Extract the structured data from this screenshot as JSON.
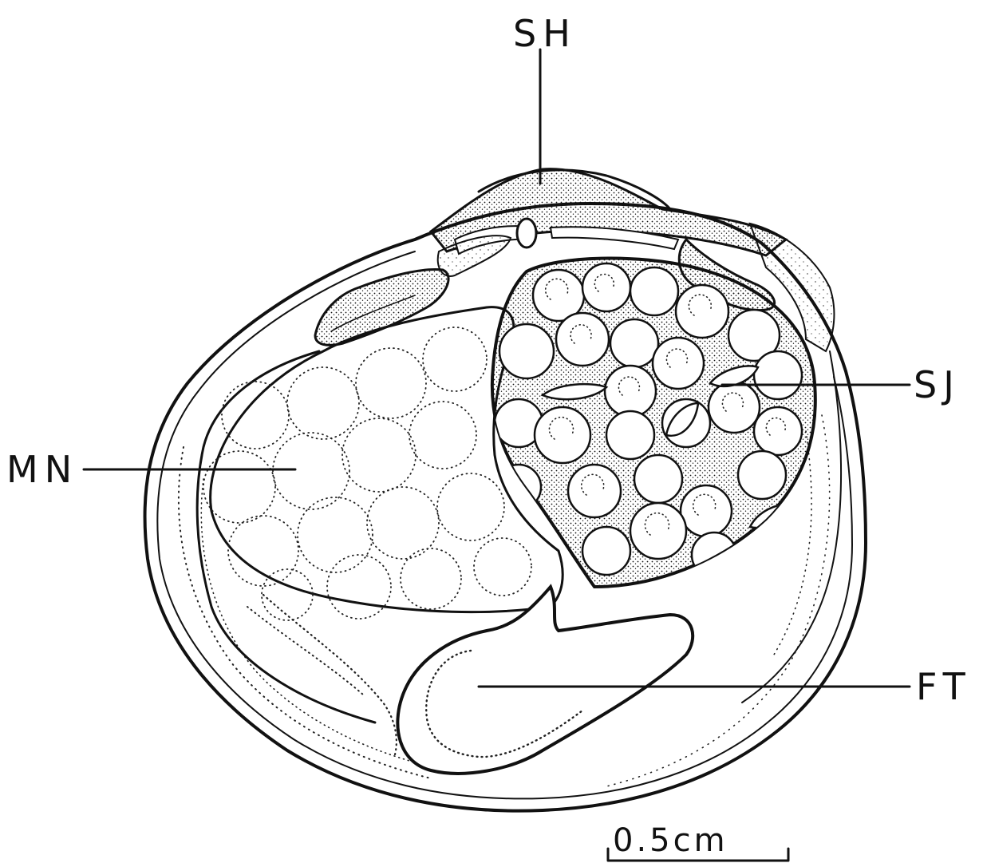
{
  "labels": {
    "sh": "SH",
    "sj": "SJ",
    "mn": "MN",
    "ft": "FT"
  },
  "scale_bar": {
    "text": "0.5cm"
  },
  "colors": {
    "ink": "#111111",
    "stipple": "#222222",
    "paper": "#ffffff"
  }
}
